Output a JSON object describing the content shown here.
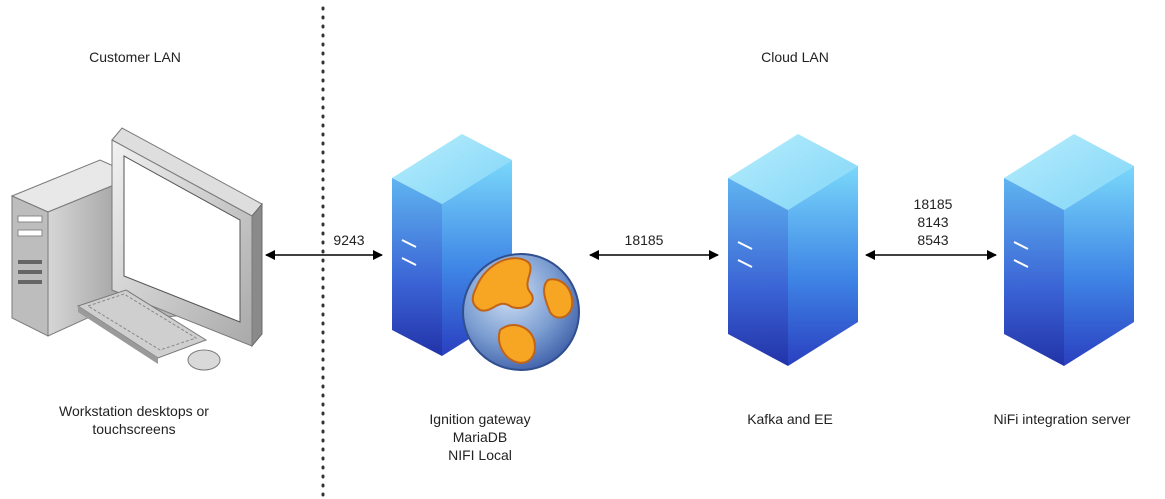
{
  "zones": {
    "left": "Customer LAN",
    "right": "Cloud LAN"
  },
  "nodes": {
    "workstation": {
      "icon": "desktop-computer-icon",
      "lines": [
        "Workstation desktops or",
        "touchscreens"
      ]
    },
    "ignition": {
      "icon": "server-globe-icon",
      "lines": [
        "Ignition gateway",
        "MariaDB",
        "NIFI Local"
      ]
    },
    "kafka": {
      "icon": "server-icon",
      "lines": [
        "Kafka and EE"
      ]
    },
    "nifi": {
      "icon": "server-icon",
      "lines": [
        "NiFi integration server"
      ]
    }
  },
  "links": {
    "workstation_ignition": [
      "9243"
    ],
    "ignition_kafka": [
      "18185"
    ],
    "kafka_nifi": [
      "18185",
      "8143",
      "8543"
    ]
  },
  "colors": {
    "server_light": "#6fd2f7",
    "server_dark": "#2a3fc0",
    "arrow": "#000000",
    "text": "#222222"
  }
}
